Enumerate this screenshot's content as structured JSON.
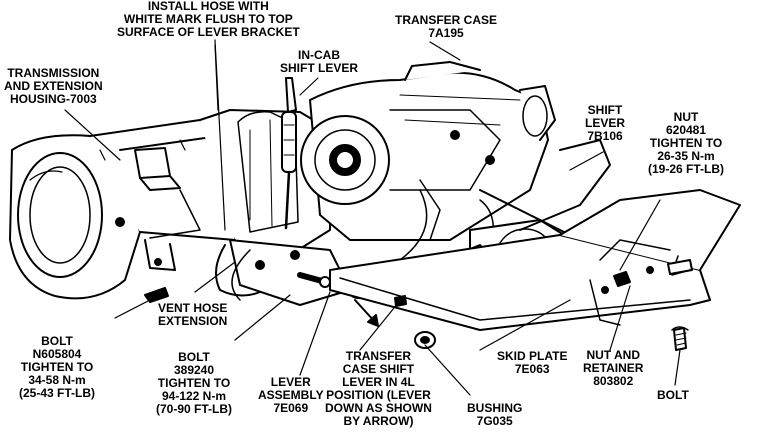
{
  "labels": {
    "install_hose": [
      "INSTALL HOSE WITH",
      "WHITE MARK FLUSH TO TOP",
      "SURFACE OF LEVER BRACKET"
    ],
    "transfer_case": [
      "TRANSFER CASE",
      "7A195"
    ],
    "in_cab_shift_lever": [
      "IN-CAB",
      "SHIFT LEVER"
    ],
    "transmission_housing": [
      "TRANSMISSION",
      "AND EXTENSION",
      "HOUSING-7003"
    ],
    "shift_lever": [
      "SHIFT",
      "LEVER",
      "7B106"
    ],
    "nut_620481": [
      "NUT",
      "620481",
      "TIGHTEN TO",
      "26-35 N-m",
      "(19-26 FT-LB)"
    ],
    "vent_hose": [
      "VENT HOSE",
      "EXTENSION"
    ],
    "bolt_n605804": [
      "BOLT",
      "N605804",
      "TIGHTEN TO",
      "34-58 N-m",
      "(25-43 FT-LB)"
    ],
    "bolt_389240": [
      "BOLT",
      "389240",
      "TIGHTEN TO",
      "94-122 N-m",
      "(70-90 FT-LB)"
    ],
    "lever_assembly": [
      "LEVER",
      "ASSEMBLY",
      "7E069"
    ],
    "transfer_case_shift_lever": [
      "TRANSFER",
      "CASE SHIFT",
      "LEVER IN 4L",
      "POSITION (LEVER",
      "DOWN AS SHOWN",
      "BY ARROW)"
    ],
    "skid_plate": [
      "SKID PLATE",
      "7E063"
    ],
    "nut_and_retainer": [
      "NUT AND",
      "RETAINER",
      "803802"
    ],
    "bushing": [
      "BUSHING",
      "7G035"
    ],
    "bolt": [
      "BOLT"
    ]
  }
}
